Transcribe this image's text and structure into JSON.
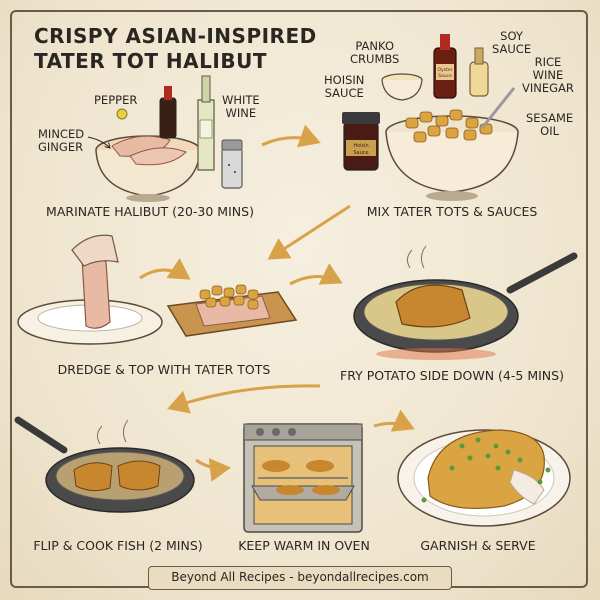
{
  "title": {
    "line1": "Crispy Asian-Inspired",
    "line2": "Tater Tot Halibut"
  },
  "ingredients": {
    "pepper": "Pepper",
    "minced_ginger": [
      "Minced",
      "Ginger"
    ],
    "white_wine": [
      "White",
      "Wine"
    ],
    "panko_crumbs": [
      "Panko",
      "Crumbs"
    ],
    "hoisin_sauce": [
      "Hoisin",
      "Sauce"
    ],
    "soy_sauce": [
      "Soy",
      "Sauce"
    ],
    "rice_wine_vinegar": [
      "Rice",
      "Wine",
      "Vinegar"
    ],
    "sesame_oil": [
      "Sesame",
      "Oil"
    ],
    "oyster_sauce_bottle": [
      "Oyster",
      "Sauce"
    ],
    "hoisin_jar": [
      "Hoisin",
      "Sauce"
    ]
  },
  "steps": [
    {
      "caption": "Marinate Halibut (20-30 mins)"
    },
    {
      "caption": "Mix Tater Tots & Sauces"
    },
    {
      "caption": "Dredge & Top with Tater Tots"
    },
    {
      "caption": "Fry Potato Side Down (4-5 mins)"
    },
    {
      "caption": "Flip & Cook Fish (2 mins)"
    },
    {
      "caption": "Keep Warm in Oven"
    },
    {
      "caption": "Garnish & Serve"
    }
  ],
  "footer": "Beyond All Recipes - beyondallrecipes.com",
  "colors": {
    "background": "#efe6d2",
    "ink": "#2a2622",
    "arrow": "#d8a24a",
    "tots": "#d9a441",
    "fish": "#e8b9a3",
    "pan": "#5a5a5a",
    "scallion": "#5a9a3a"
  }
}
